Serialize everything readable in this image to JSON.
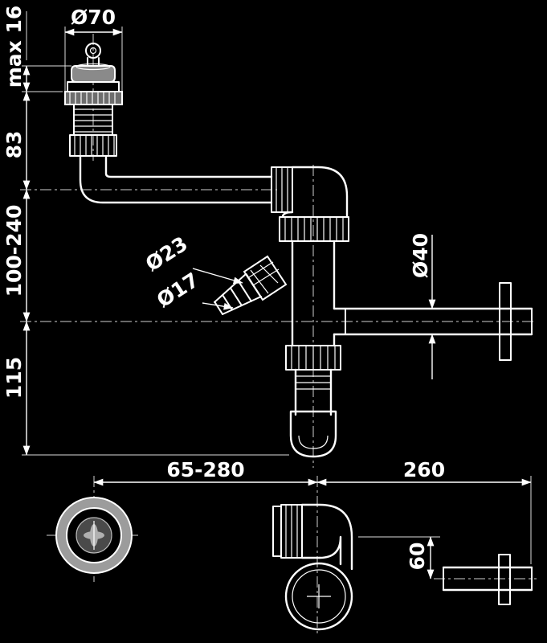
{
  "page": {
    "background": "#000000",
    "line_color": "#ffffff",
    "fill_gray_light": "#9c9c9c",
    "fill_gray_mid": "#8a8a8a",
    "fill_gray_dark": "#4a4a4a"
  },
  "drawing": {
    "type": "technical-drawing",
    "dimensions": {
      "cap_diameter": "Ø70",
      "cap_height": "max 16",
      "inlet_height": "83",
      "height_range": "100-240",
      "trap_depth": "115",
      "hose_outer_diameter": "Ø23",
      "hose_inner_diameter": "Ø17",
      "outlet_diameter": "Ø40",
      "width_range": "65-280",
      "outlet_length": "260",
      "outlet_offset": "60"
    }
  }
}
